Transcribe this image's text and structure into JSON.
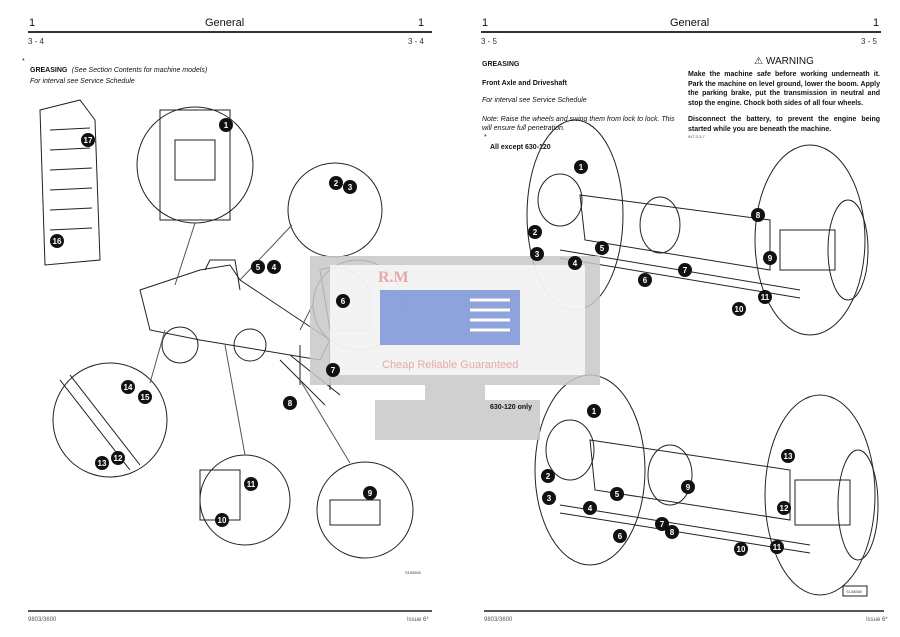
{
  "left_page": {
    "header": {
      "chapter_left": "1",
      "title": "General",
      "chapter_right": "1",
      "page_left": "3 - 4",
      "page_right": "3 - 4"
    },
    "marker": "*",
    "heading": "GREASING",
    "heading_note": "(See Section Contents for machine models)",
    "interval": "For interval see Service Schedule",
    "figure_ref": "S155800",
    "callouts": [
      "1",
      "2",
      "3",
      "4",
      "5",
      "6",
      "7",
      "8",
      "9",
      "10",
      "11",
      "12",
      "13",
      "14",
      "15",
      "16",
      "17"
    ],
    "footer": {
      "model": "9803/3600",
      "issue": "Issue 6*"
    }
  },
  "right_page": {
    "header": {
      "chapter_left": "1",
      "title": "General",
      "chapter_right": "1",
      "page_left": "3 - 5",
      "page_right": "3 - 5"
    },
    "heading": "GREASING",
    "subheading": "Front Axle and Driveshaft",
    "interval": "For interval see Service Schedule",
    "note": "Note: Raise the wheels and swing them from lock to lock. This will ensure full penetration.",
    "marker": "*",
    "variant_a": "All except 630-120",
    "variant_b": "630-120 only",
    "warning": {
      "title": "WARNING",
      "icon": "warning-triangle-icon",
      "p1": "Make the machine safe before working underneath it. Park the machine on level ground, lower the boom. Apply the parking brake, put the transmission in neutral and stop the engine. Chock both sides of all four wheels.",
      "p2": "Disconnect the battery, to prevent the engine being started while you are beneath the machine.",
      "ref": "INT-3-3-7"
    },
    "callouts_top": [
      "1",
      "2",
      "3",
      "4",
      "5",
      "6",
      "7",
      "8",
      "9",
      "10",
      "11"
    ],
    "callouts_bottom": [
      "1",
      "2",
      "3",
      "4",
      "5",
      "6",
      "7",
      "8",
      "9",
      "10",
      "11",
      "12",
      "13"
    ],
    "figure_ref": "S138880",
    "footer": {
      "model": "9803/3600",
      "issue": "Issue 6*"
    }
  },
  "watermark": {
    "brand": "R.M",
    "tagline": "Cheap Reliable Guaranteed",
    "colors": {
      "frame": "#c8c8c8",
      "icon": "#7b93d6",
      "text": "#e8a8a8"
    }
  }
}
